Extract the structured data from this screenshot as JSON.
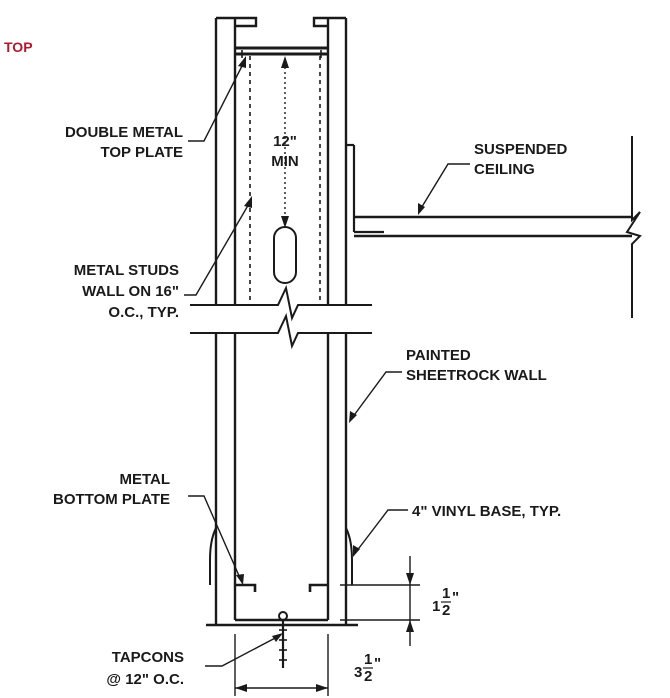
{
  "corner_label": "TOP",
  "labels": {
    "top_plate": [
      "DOUBLE METAL",
      "TOP PLATE"
    ],
    "studs": [
      "METAL STUDS",
      "WALL ON 16\"",
      "O.C., TYP."
    ],
    "bottom_plate": [
      "METAL",
      "BOTTOM PLATE"
    ],
    "tapcons": [
      "TAPCONS",
      "@ 12\" O.C."
    ],
    "ceiling": [
      "SUSPENDED",
      "CEILING"
    ],
    "sheetrock": [
      "PAINTED",
      "SHEETROCK WALL"
    ],
    "vinyl_base": "4\" VINYL BASE, TYP."
  },
  "dimensions": {
    "min_gap": [
      "12\"",
      "MIN"
    ],
    "base_height": {
      "whole": "1",
      "num": "1",
      "den": "2",
      "unit": "\""
    },
    "stud_width": {
      "whole": "3",
      "num": "1",
      "den": "2",
      "unit": "\""
    }
  },
  "colors": {
    "ink": "#1a1a1a",
    "accent": "#b2182b"
  }
}
